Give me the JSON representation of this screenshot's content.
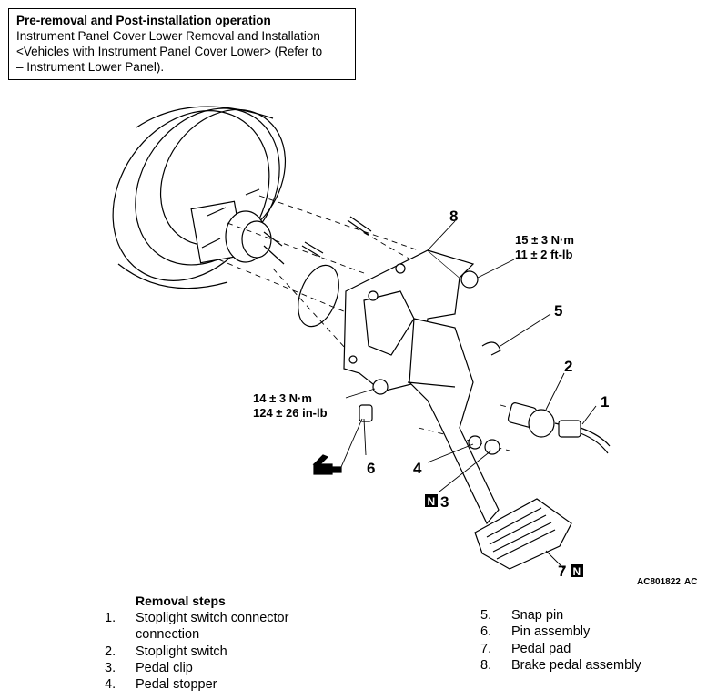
{
  "note": {
    "title": "Pre-removal and Post-installation operation",
    "lines": [
      "Instrument Panel Cover Lower Removal and Installation",
      "<Vehicles with Instrument Panel Cover Lower> (Refer to",
      "– Instrument Lower Panel)."
    ]
  },
  "diagram": {
    "callouts": {
      "c1": "1",
      "c2": "2",
      "c3": "3",
      "c4": "4",
      "c5": "5",
      "c6": "6",
      "c7": "7",
      "c8": "8"
    },
    "new_part_mark": "N",
    "torque_top": [
      "15 ± 3 N·m",
      "11 ± 2 ft-lb"
    ],
    "torque_mid": [
      "14 ± 3 N·m",
      "124 ± 26 in-lb"
    ],
    "figure_id": "AC801822",
    "figure_suffix": "AC"
  },
  "removal": {
    "heading": "Removal steps",
    "steps": [
      {
        "num": "1.",
        "label": "Stoplight switch connector",
        "label2": "connection"
      },
      {
        "num": "2.",
        "label": "Stoplight switch"
      },
      {
        "num": "3.",
        "label": "Pedal clip"
      },
      {
        "num": "4.",
        "label": "Pedal stopper"
      },
      {
        "num": "5.",
        "label": "Snap pin"
      },
      {
        "num": "6.",
        "label": "Pin assembly"
      },
      {
        "num": "7.",
        "label": "Pedal pad"
      },
      {
        "num": "8.",
        "label": "Brake pedal assembly"
      }
    ]
  }
}
